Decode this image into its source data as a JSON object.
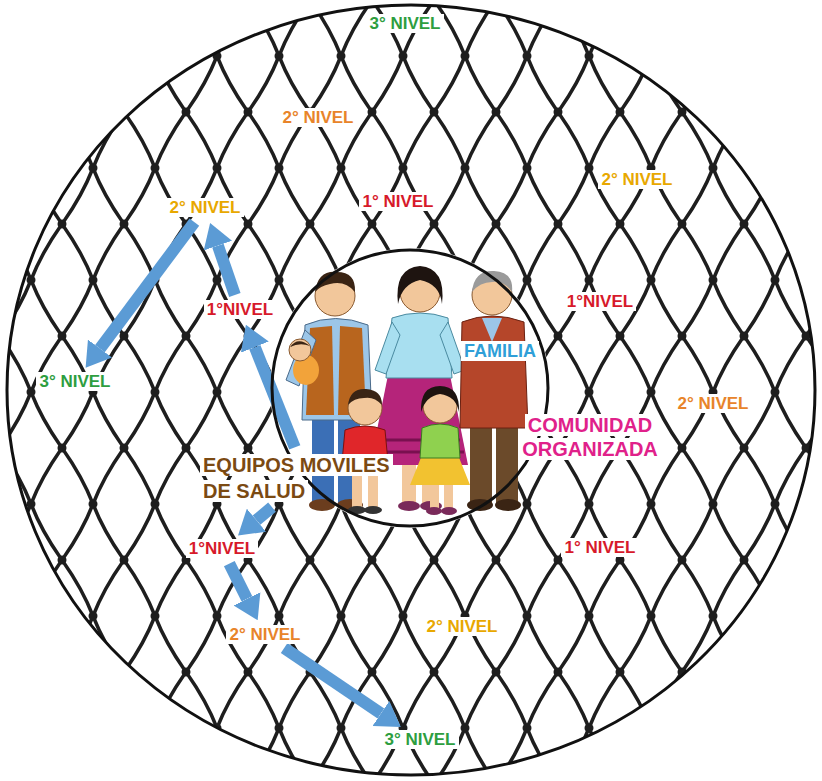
{
  "diagram": {
    "nodes": [
      {
        "text": [
          "2° NIVEL"
        ]
      },
      {
        "text": [
          "1°NIVEL"
        ]
      },
      {
        "text": [
          "3° NIVEL"
        ]
      },
      {
        "text": [
          "FAMILIA"
        ]
      },
      {
        "text": [
          "EQUIPOS MOVILES DE SALUD"
        ]
      },
      {
        "text": [
          "1°NIVEL"
        ]
      },
      {
        "text": [
          "2° NIVEL"
        ]
      },
      {
        "text": [
          "3° NIVEL"
        ]
      }
    ],
    "edges": [
      {
        "from": 0,
        "to": 2,
        "arrow": "to"
      },
      {
        "from": 1,
        "to": 0,
        "arrow": "to"
      },
      {
        "from": 4,
        "to": 1,
        "arrow": "to"
      },
      {
        "from": 4,
        "to": 5,
        "arrow": "to"
      },
      {
        "from": 5,
        "to": 6,
        "arrow": "to"
      },
      {
        "from": 6,
        "to": 7,
        "arrow": "to"
      }
    ],
    "labels": [
      "3° NIVEL",
      "2° NIVEL",
      "1° NIVEL",
      "2° NIVEL",
      "1°NIVEL",
      "2° NIVEL",
      "COMUNIDAD ORGANIZADA",
      "1° NIVEL",
      "2° NIVEL"
    ]
  }
}
